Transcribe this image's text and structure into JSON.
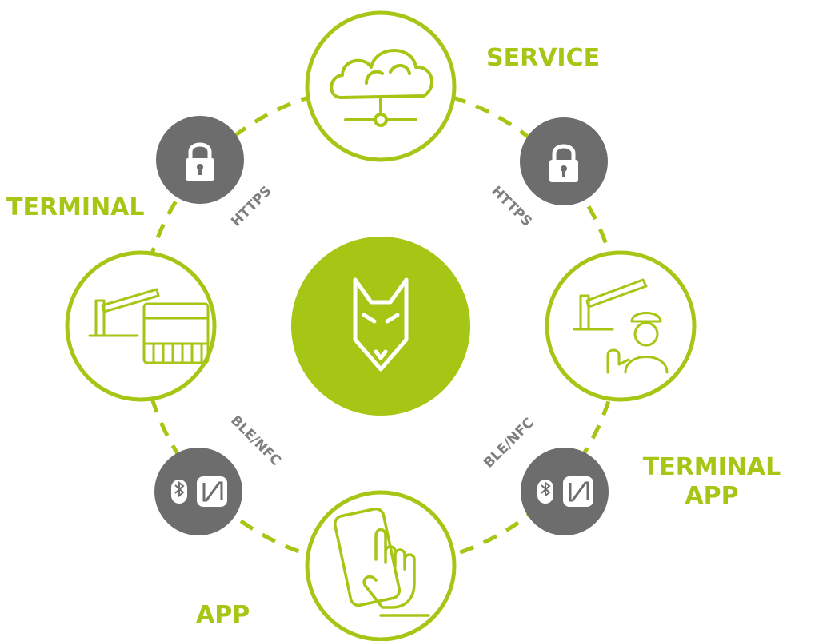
{
  "colors": {
    "accent": "#a5c615",
    "dark": "#6d6d6d",
    "label_gray": "#7f7f7f",
    "white": "#ffffff"
  },
  "nodes": {
    "service": {
      "label": "SERVICE",
      "icon": "cloud-network-icon"
    },
    "terminal": {
      "label": "TERMINAL",
      "icon": "barrier-gate-terminal-icon"
    },
    "terminal_app": {
      "label_line1": "TERMINAL",
      "label_line2": "APP",
      "icon": "barrier-guard-icon"
    },
    "app": {
      "label": "APP",
      "icon": "smartphone-tap-icon"
    },
    "center": {
      "icon": "fox-logo-icon"
    }
  },
  "connections": {
    "https_left": {
      "label": "HTTPS",
      "icon": "padlock-icon"
    },
    "https_right": {
      "label": "HTTPS",
      "icon": "padlock-icon"
    },
    "ble_left": {
      "label": "BLE/NFC",
      "icons": [
        "bluetooth-icon",
        "nfc-icon"
      ]
    },
    "ble_right": {
      "label": "BLE/NFC",
      "icons": [
        "bluetooth-icon",
        "nfc-icon"
      ]
    }
  }
}
